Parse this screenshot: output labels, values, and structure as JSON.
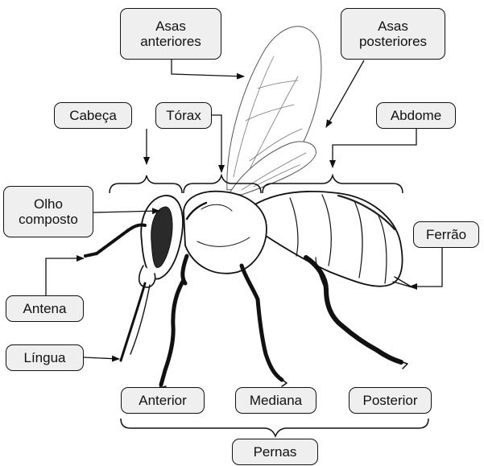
{
  "labels": {
    "asas_anteriores": [
      "Asas",
      "anteriores"
    ],
    "asas_posteriores": [
      "Asas",
      "posteriores"
    ],
    "cabeca": "Cabeça",
    "torax": "Tórax",
    "abdome": "Abdome",
    "olho_composto": [
      "Olho",
      "composto"
    ],
    "ferrao": "Ferrão",
    "antena": "Antena",
    "lingua": "Língua",
    "anterior": "Anterior",
    "mediana": "Mediana",
    "posterior": "Posterior",
    "pernas": "Pernas"
  },
  "colors": {
    "label_fill": "#efefef",
    "ink": "#111111"
  }
}
